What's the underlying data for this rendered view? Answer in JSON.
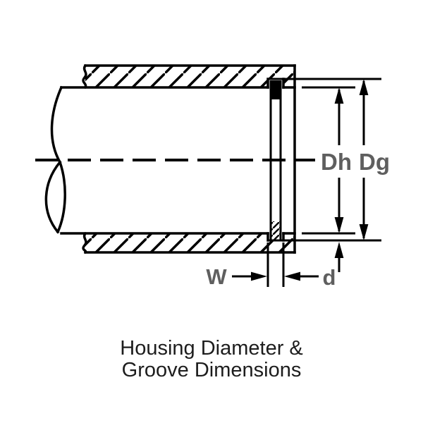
{
  "diagram": {
    "labels": {
      "housing_bore_diameter": "Dh",
      "groove_diameter": "Dg",
      "groove_width": "W",
      "groove_depth": "d"
    },
    "caption": {
      "line1": "Housing Diameter &",
      "line2": "Groove Dimensions"
    },
    "colors": {
      "background": "#ffffff",
      "line": "#000000",
      "dimension_label": "#5f5f5f",
      "caption_text": "#1d1d1d"
    }
  }
}
